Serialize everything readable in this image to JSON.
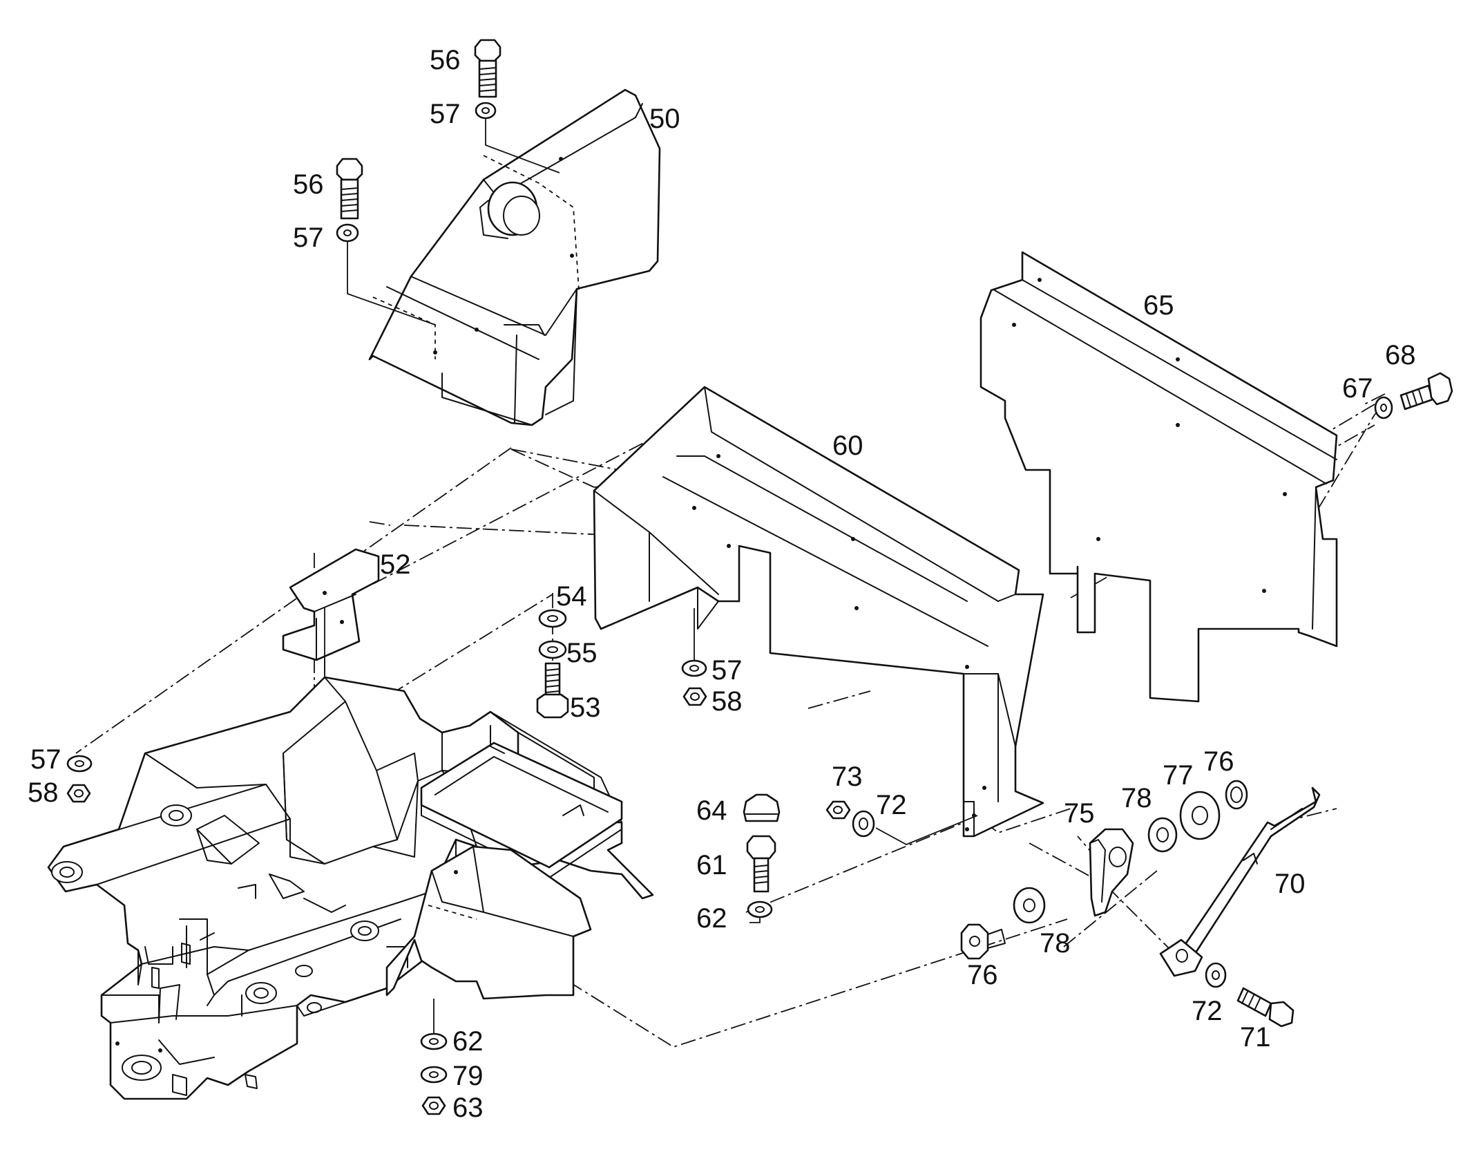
{
  "callouts": [
    {
      "id": "c56a",
      "text": "56"
    },
    {
      "id": "c57a",
      "text": "57"
    },
    {
      "id": "c50",
      "text": "50"
    },
    {
      "id": "c56b",
      "text": "56"
    },
    {
      "id": "c57b",
      "text": "57"
    },
    {
      "id": "c65",
      "text": "65"
    },
    {
      "id": "c68",
      "text": "68"
    },
    {
      "id": "c67",
      "text": "67"
    },
    {
      "id": "c60",
      "text": "60"
    },
    {
      "id": "c52",
      "text": "52"
    },
    {
      "id": "c54",
      "text": "54"
    },
    {
      "id": "c55",
      "text": "55"
    },
    {
      "id": "c53",
      "text": "53"
    },
    {
      "id": "c57c",
      "text": "57"
    },
    {
      "id": "c58c",
      "text": "58"
    },
    {
      "id": "c57d",
      "text": "57"
    },
    {
      "id": "c58d",
      "text": "58"
    },
    {
      "id": "c73",
      "text": "73"
    },
    {
      "id": "c72a",
      "text": "72"
    },
    {
      "id": "c64",
      "text": "64"
    },
    {
      "id": "c61",
      "text": "61"
    },
    {
      "id": "c62a",
      "text": "62"
    },
    {
      "id": "c75",
      "text": "75"
    },
    {
      "id": "c78a",
      "text": "78"
    },
    {
      "id": "c77",
      "text": "77"
    },
    {
      "id": "c76a",
      "text": "76"
    },
    {
      "id": "c70",
      "text": "70"
    },
    {
      "id": "c76b",
      "text": "76"
    },
    {
      "id": "c78b",
      "text": "78"
    },
    {
      "id": "c72b",
      "text": "72"
    },
    {
      "id": "c71",
      "text": "71"
    },
    {
      "id": "c62b",
      "text": "62"
    },
    {
      "id": "c79",
      "text": "79"
    },
    {
      "id": "c63",
      "text": "63"
    }
  ]
}
